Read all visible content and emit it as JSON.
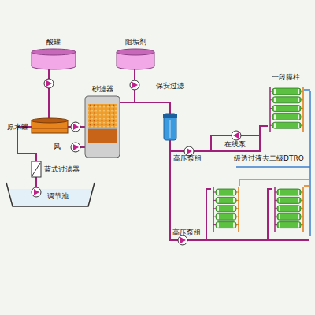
{
  "diagram": {
    "nodes": [
      {
        "text": [
          "酸罐"
        ]
      },
      {
        "text": [
          "阻垢剂"
        ]
      },
      {
        "text": [
          "一段膜柱"
        ]
      },
      {
        "text": [
          "原水罐"
        ]
      },
      {
        "text": [
          "砂滤器"
        ]
      },
      {
        "text": [
          "保安过滤"
        ]
      },
      {
        "text": [
          "蓝式过滤器"
        ]
      },
      {
        "text": [
          "调节池"
        ]
      }
    ],
    "edges": [
      {
        "from": 0,
        "to": 3,
        "arrow": "none"
      },
      {
        "from": 7,
        "to": 6,
        "arrow": "none"
      },
      {
        "from": 6,
        "to": 3,
        "arrow": "none"
      },
      {
        "from": 3,
        "to": 4,
        "arrow": "none"
      },
      {
        "from": 4,
        "to": 5,
        "arrow": "none"
      },
      {
        "from": 1,
        "to": 5,
        "arrow": "none"
      },
      {
        "from": 5,
        "to": 2,
        "arrow": "none"
      }
    ],
    "labels": [
      "风",
      "在线泵",
      "高压泵组",
      "一级透过液去二级DTRO",
      "高压泵组"
    ]
  }
}
